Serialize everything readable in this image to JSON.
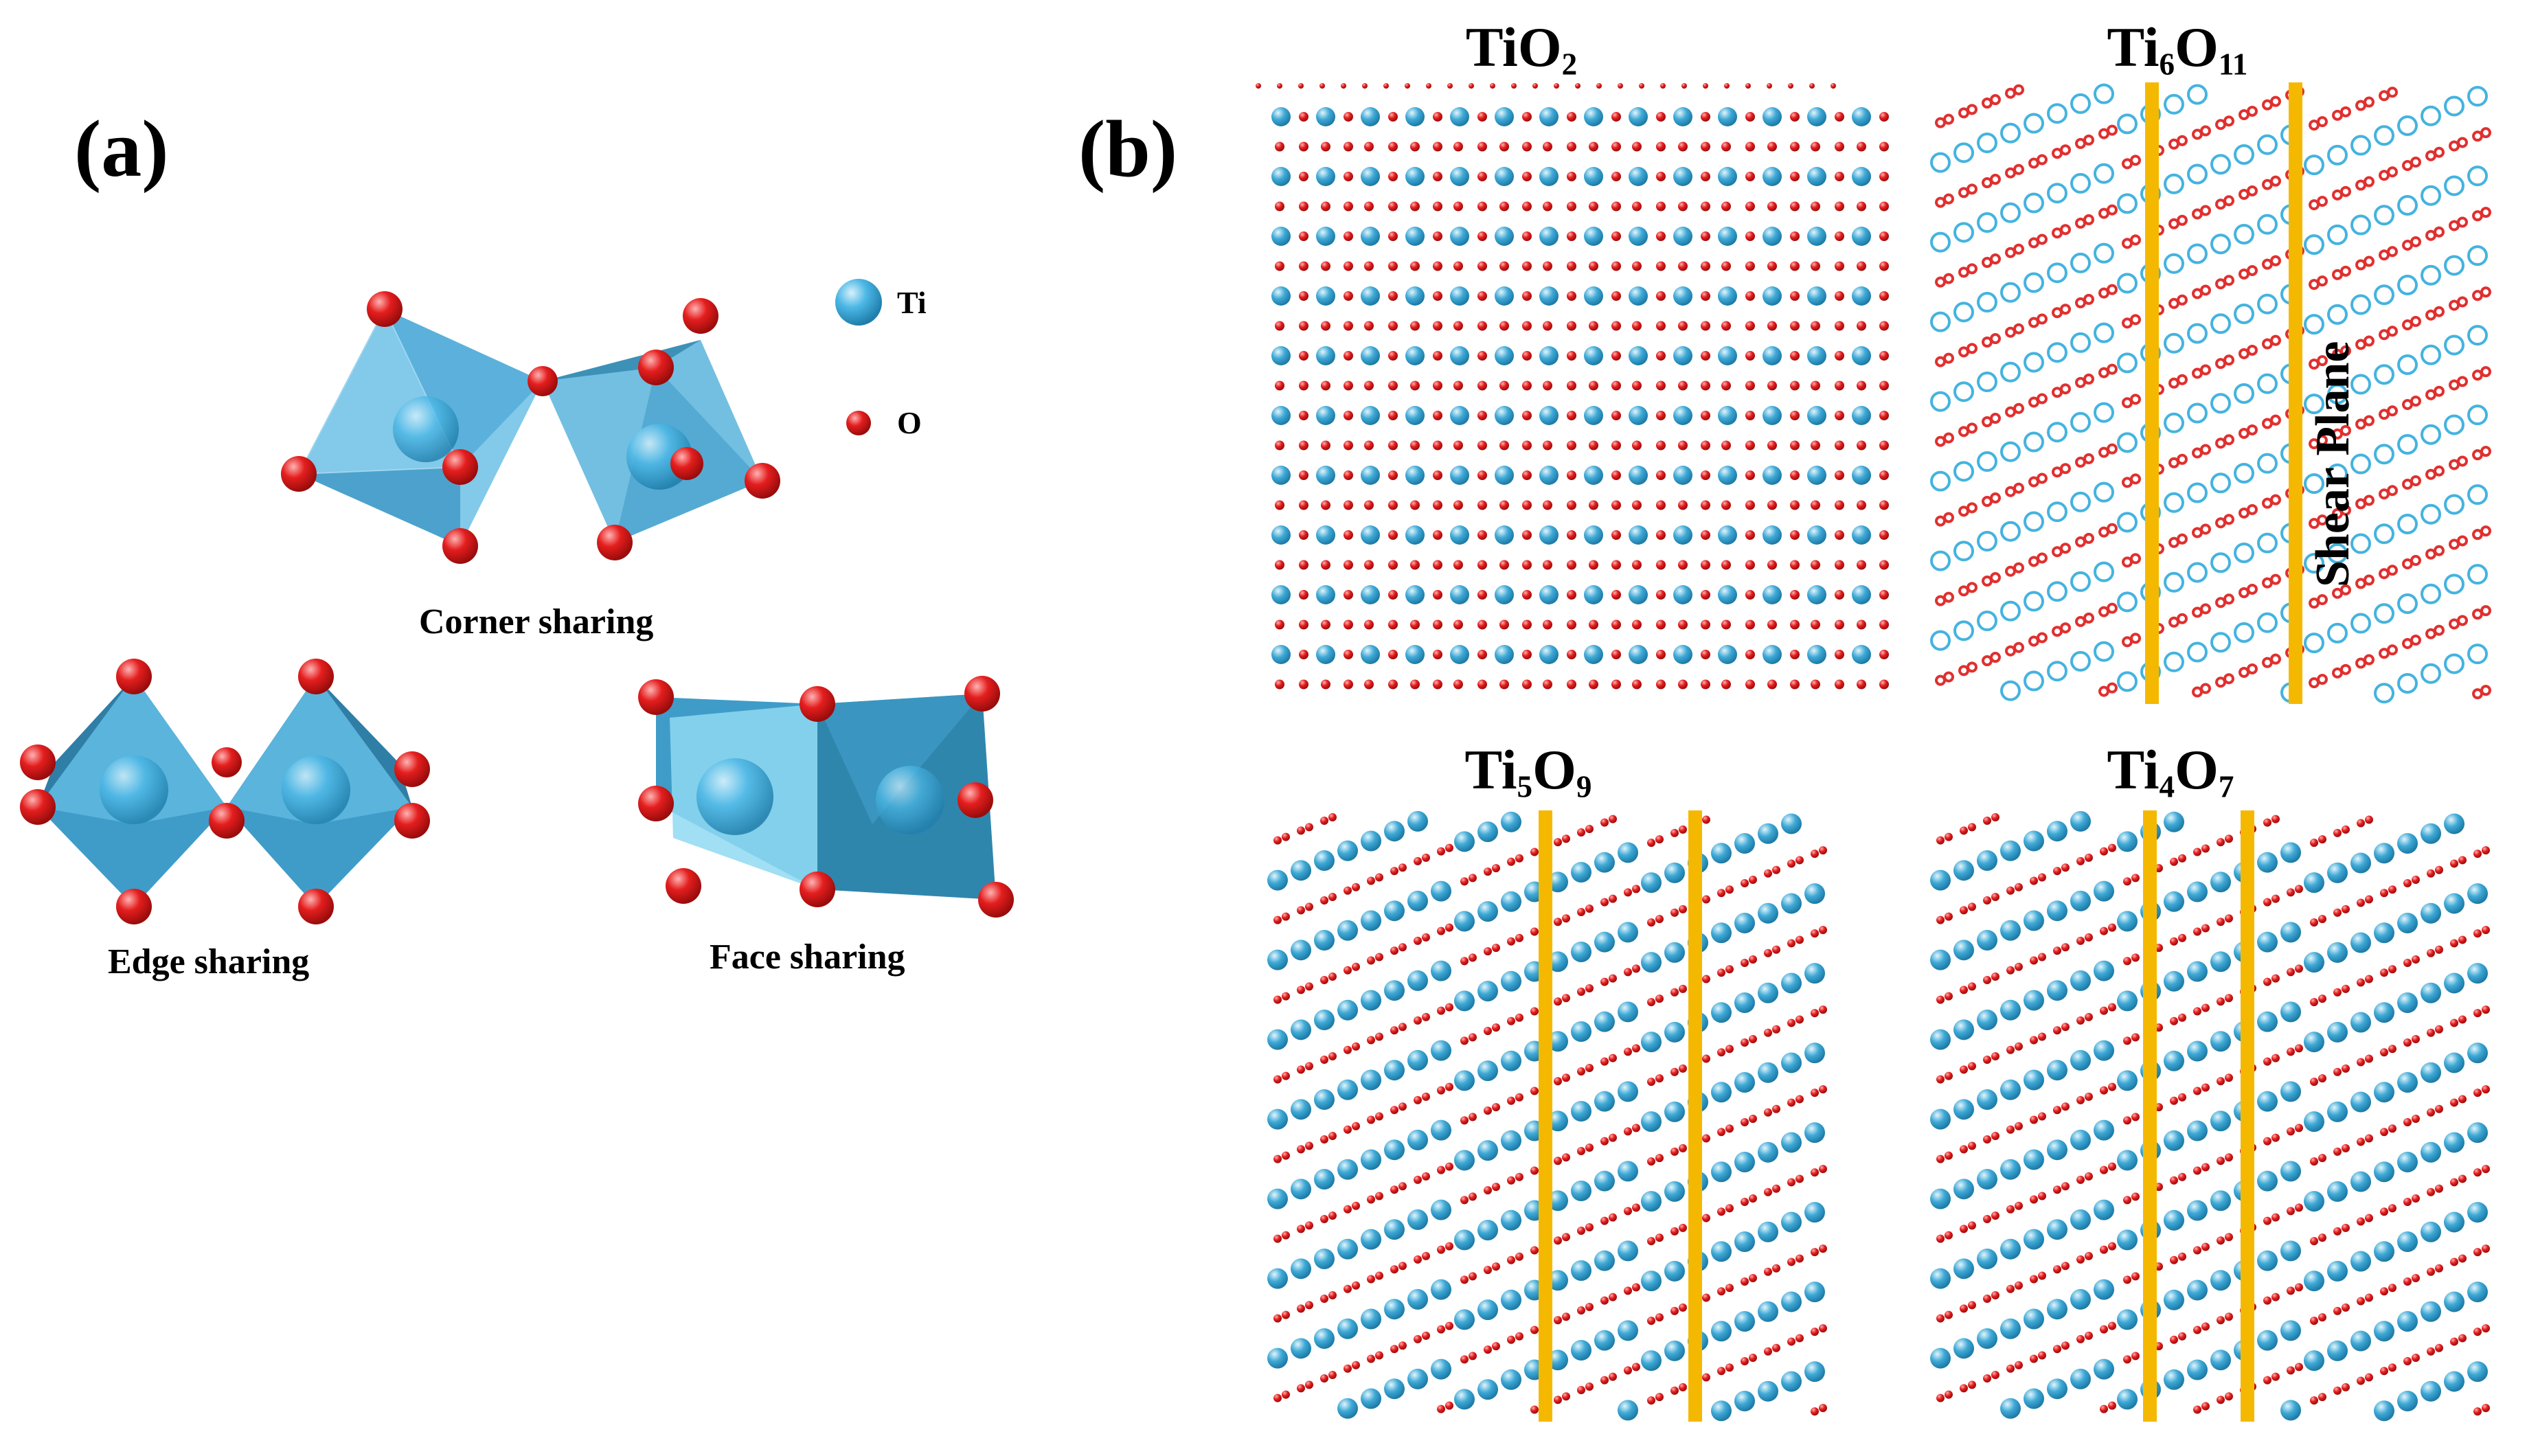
{
  "panel_a": {
    "label": "(a)",
    "legend": [
      {
        "symbol": "ti-atom",
        "label": "Ti",
        "color": "#4db8e6"
      },
      {
        "symbol": "o-atom",
        "label": "O",
        "color": "#e02020"
      }
    ],
    "captions": {
      "corner": "Corner sharing",
      "edge": "Edge sharing",
      "face": "Face sharing"
    }
  },
  "panel_b": {
    "label": "(b)",
    "structures": [
      {
        "id": "tio2",
        "formula_base": "TiO",
        "formula_parts": [
          "Ti",
          "",
          "O",
          "2"
        ]
      },
      {
        "id": "ti6o11",
        "formula_parts": [
          "Ti",
          "6",
          "O",
          "11"
        ],
        "annotation": "Shear Plane"
      },
      {
        "id": "ti5o9",
        "formula_parts": [
          "Ti",
          "5",
          "O",
          "9"
        ]
      },
      {
        "id": "ti4o7",
        "formula_parts": [
          "Ti",
          "4",
          "O",
          "7"
        ]
      }
    ],
    "shear_plane_color": "#f5b800"
  },
  "colors": {
    "ti": "#3fa9d6",
    "ti_light": "#8fd3f0",
    "o": "#e41e1e",
    "polyhedron": "#5ab4dc",
    "polyhedron_dark": "#2f86ad"
  }
}
